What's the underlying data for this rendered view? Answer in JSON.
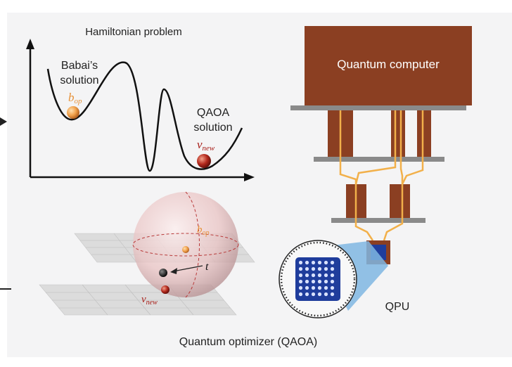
{
  "labels": {
    "hamiltonian_title": "Hamiltonian problem",
    "babai_line1": "Babai’s",
    "babai_line2": "solution",
    "b_op_main": "b",
    "b_op_sub": "op",
    "qaoa_line1": "QAOA",
    "qaoa_line2": "solution",
    "v_new_main": "v",
    "v_new_sub": "new",
    "quantum_computer": "Quantum computer",
    "qpu": "QPU",
    "sphere_b_main": "b",
    "sphere_b_sub": "op",
    "sphere_t": "t",
    "sphere_v_main": "v",
    "sphere_v_sub": "new",
    "optimizer": "Quantum optimizer (QAOA)"
  },
  "colors": {
    "panel_bg": "#f4f4f5",
    "computer_brown": "#8b3f22",
    "bar_gray": "#8a8a8a",
    "wire_orange": "#f2b04a",
    "qpu_blue": "#1f3d9c",
    "b_op_orange": "#e69138",
    "v_new_red": "#a8201a",
    "sphere_pink": "#e8b4b4"
  },
  "icons": {
    "left_arrow": "arrow-right-icon",
    "chip": "qpu-chip-icon"
  }
}
